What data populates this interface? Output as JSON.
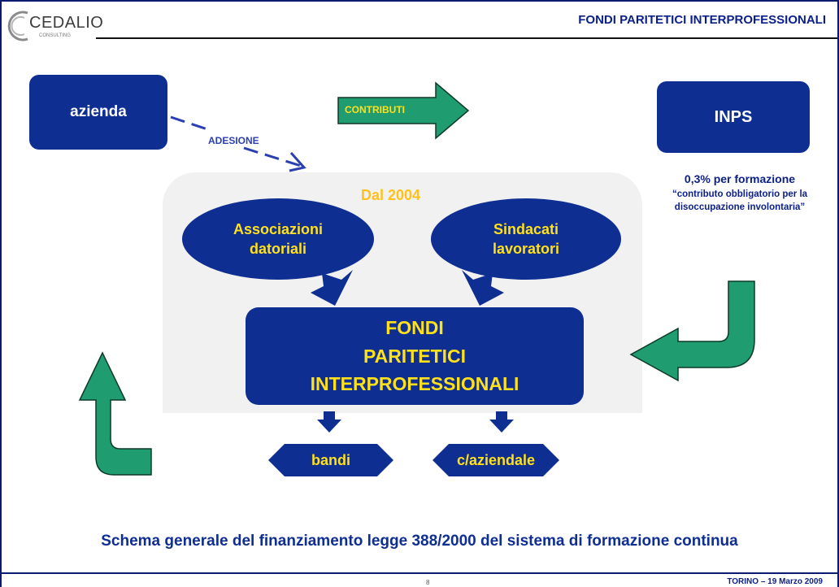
{
  "header": {
    "logo_text": "CEDALIO",
    "logo_subtext": "CONSULTING",
    "title": "FONDI PARITETICI INTERPROFESSIONALI"
  },
  "diagram": {
    "azienda": "azienda",
    "adesione": "ADESIONE",
    "contributi": "CONTRIBUTI",
    "inps": "INPS",
    "inps_note_1": "0,3% per formazione",
    "inps_note_2_line1": "“contributo obbligatorio per la",
    "inps_note_2_line2": "disoccupazione involontaria”",
    "dal": "Dal 2004",
    "associazioni_line1": "Associazioni",
    "associazioni_line2": "datoriali",
    "sindacati_line1": "Sindacati",
    "sindacati_line2": "lavoratori",
    "fondi_line1": "FONDI",
    "fondi_line2": "PARITETICI",
    "fondi_line3": "INTERPROFESSIONALI",
    "bandi": "bandi",
    "c_aziendale": "c/aziendale"
  },
  "caption": "Schema generale del finanziamento legge 388/2000 del sistema di formazione continua",
  "footer": {
    "page_number": "8",
    "date": "TORINO – 19 Marzo 2009"
  },
  "colors": {
    "box_blue": "#0e2e92",
    "yellow_text": "#ffe01a",
    "arrow_green": "#1f9c70",
    "orange_text": "#ffc21a"
  }
}
